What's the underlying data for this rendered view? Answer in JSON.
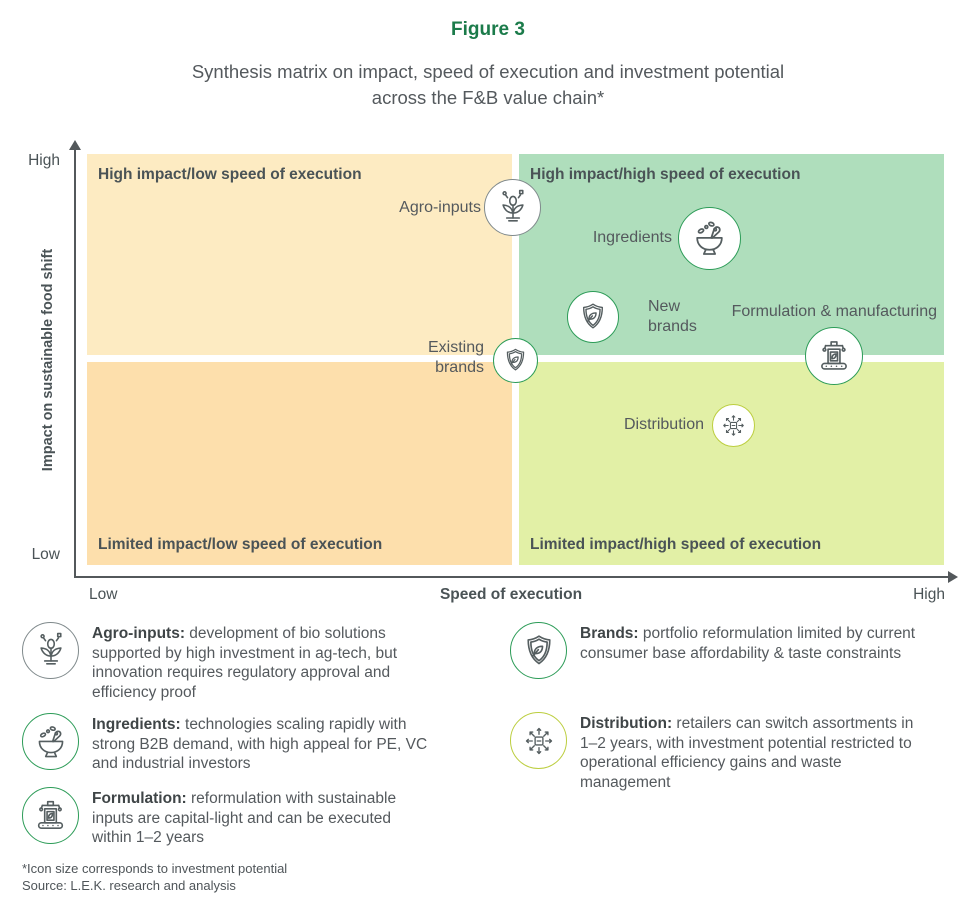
{
  "figure": {
    "label": "Figure 3",
    "title_line1": "Synthesis matrix on impact, speed of execution and investment potential",
    "title_line2": "across the F&B value chain*"
  },
  "chart_data": {
    "type": "scatter",
    "title": "Synthesis matrix on impact, speed of execution and investment potential across the F&B value chain",
    "xlabel": "Speed of execution",
    "ylabel": "Impact on sustainable food shift",
    "x_ticks": [
      "Low",
      "High"
    ],
    "y_ticks": [
      "Low",
      "High"
    ],
    "grid": false,
    "quadrants": [
      {
        "id": "top_left",
        "label": "High impact/low speed of execution",
        "color": "#FDEBC2"
      },
      {
        "id": "top_right",
        "label": "High impact/high speed of execution",
        "color": "#AFDEBC"
      },
      {
        "id": "bottom_left",
        "label": "Limited impact/low speed of execution",
        "color": "#FDDFAC"
      },
      {
        "id": "bottom_right",
        "label": "Limited impact/high speed of execution",
        "color": "#E2F0A6"
      }
    ],
    "points": [
      {
        "label": "Agro-inputs",
        "x": 0.5,
        "y": 0.87,
        "size": "large",
        "icon": "agro-inputs-icon",
        "ring_color": "#808A8C"
      },
      {
        "label": "Ingredients",
        "x": 0.73,
        "y": 0.79,
        "size": "x-large",
        "icon": "ingredients-bowl-icon",
        "ring_color": "#2D9C58"
      },
      {
        "label": "New\nbrands",
        "x": 0.59,
        "y": 0.6,
        "size": "medium",
        "icon": "shield-leaf-icon",
        "ring_color": "#2D9C58"
      },
      {
        "label": "Formulation & manufacturing",
        "x": 0.87,
        "y": 0.51,
        "size": "large",
        "icon": "factory-machine-icon",
        "ring_color": "#2D9C58"
      },
      {
        "label": "Existing\nbrands",
        "x": 0.5,
        "y": 0.5,
        "size": "small",
        "icon": "shield-leaf-icon",
        "ring_color": "#2D9C58"
      },
      {
        "label": "Distribution",
        "x": 0.76,
        "y": 0.34,
        "size": "small",
        "icon": "expand-arrows-icon",
        "ring_color": "#BCCE3F"
      }
    ],
    "size_note": "Icon size corresponds to investment potential"
  },
  "legend": {
    "left": [
      {
        "term": "Agro-inputs:",
        "description": " development of bio solutions supported by high investment in ag-tech, but innovation requires regulatory approval and efficiency proof",
        "icon": "agro-inputs-icon",
        "ring_color": "#808A8C"
      },
      {
        "term": "Ingredients:",
        "description": " technologies scaling rapidly with strong B2B demand, with high appeal for PE, VC and industrial investors",
        "icon": "ingredients-bowl-icon",
        "ring_color": "#2D9C58"
      },
      {
        "term": "Formulation:",
        "description": " reformulation with sustainable inputs are capital-light and can be executed within 1–2 years",
        "icon": "factory-machine-icon",
        "ring_color": "#2D9C58"
      }
    ],
    "right": [
      {
        "term": "Brands:",
        "description": " portfolio reformulation limited by current consumer base affordability & taste constraints",
        "icon": "shield-leaf-icon",
        "ring_color": "#2D9C58"
      },
      {
        "term": "Distribution:",
        "description": " retailers can switch assortments in 1–2 years, with investment potential restricted to operational efficiency gains and waste management",
        "icon": "expand-arrows-icon",
        "ring_color": "#BCCE3F"
      }
    ]
  },
  "footnotes": {
    "icon_note": "*Icon size corresponds to investment potential",
    "source": "Source: L.E.K. research and analysis"
  },
  "colors": {
    "figure_label": "#1B7B4A",
    "body_text": "#54595D",
    "quadrant_label": "#4A5356",
    "axis": "#53585B",
    "ring_green": "#2D9C58",
    "ring_gray": "#808A8C",
    "ring_lime": "#BCCE3F"
  }
}
